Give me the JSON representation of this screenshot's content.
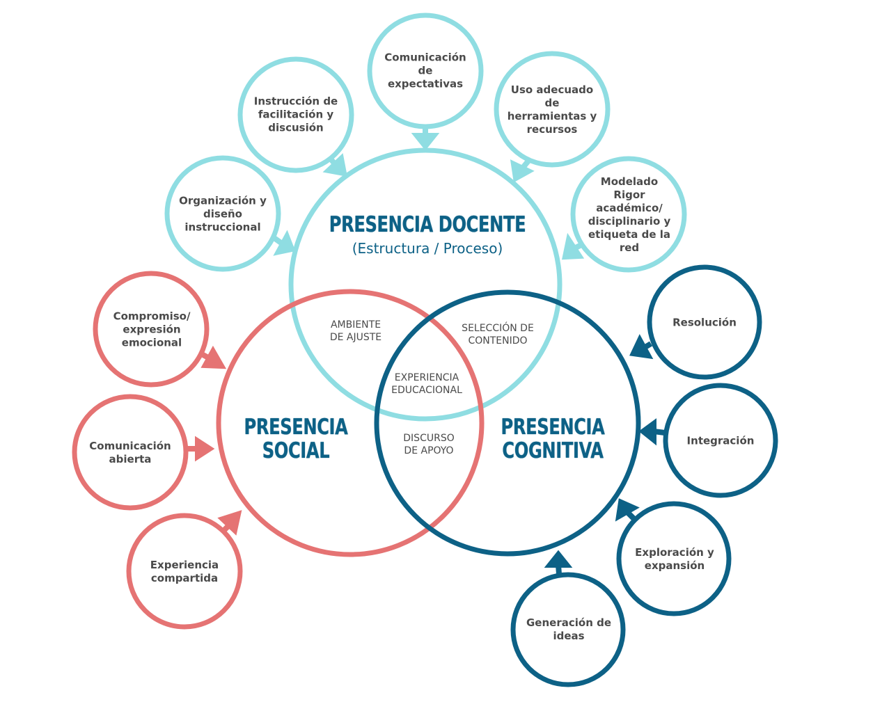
{
  "colors": {
    "docente": "#8fdde2",
    "social": "#e57373",
    "cognitiva": "#0d6186",
    "text": "#4a4a4a"
  },
  "docente": {
    "title": "PRESENCIA DOCENTE",
    "subtitle": "(Estructura / Proceso)"
  },
  "social": {
    "title": "PRESENCIA\nSOCIAL"
  },
  "cognitiva": {
    "title": "PRESENCIA\nCOGNITIVA"
  },
  "overlaps": {
    "docente_social": "AMBIENTE\nDE AJUSTE",
    "docente_cognitiva": "SELECCIÓN DE\nCONTENIDO",
    "center": "EXPERIENCIA\nEDUCACIONAL",
    "social_cognitiva": "DISCURSO\nDE APOYO"
  },
  "docente_items": [
    "Organización y\ndiseño\ninstruccional",
    "Instrucción de\nfacilitación y\ndiscusión",
    "Comunicación\nde\nexpectativas",
    "Uso adecuado\nde\nherramientas y\nrecursos",
    "Modelado\nRigor\nacadémico/\ndisciplinario y\netiqueta de la\nred"
  ],
  "social_items": [
    "Compromiso/\nexpresión\nemocional",
    "Comunicación\nabierta",
    "Experiencia\ncompartida"
  ],
  "cognitiva_items": [
    "Resolución",
    "Integración",
    "Exploración y\nexpansión",
    "Generación de\nideas"
  ]
}
